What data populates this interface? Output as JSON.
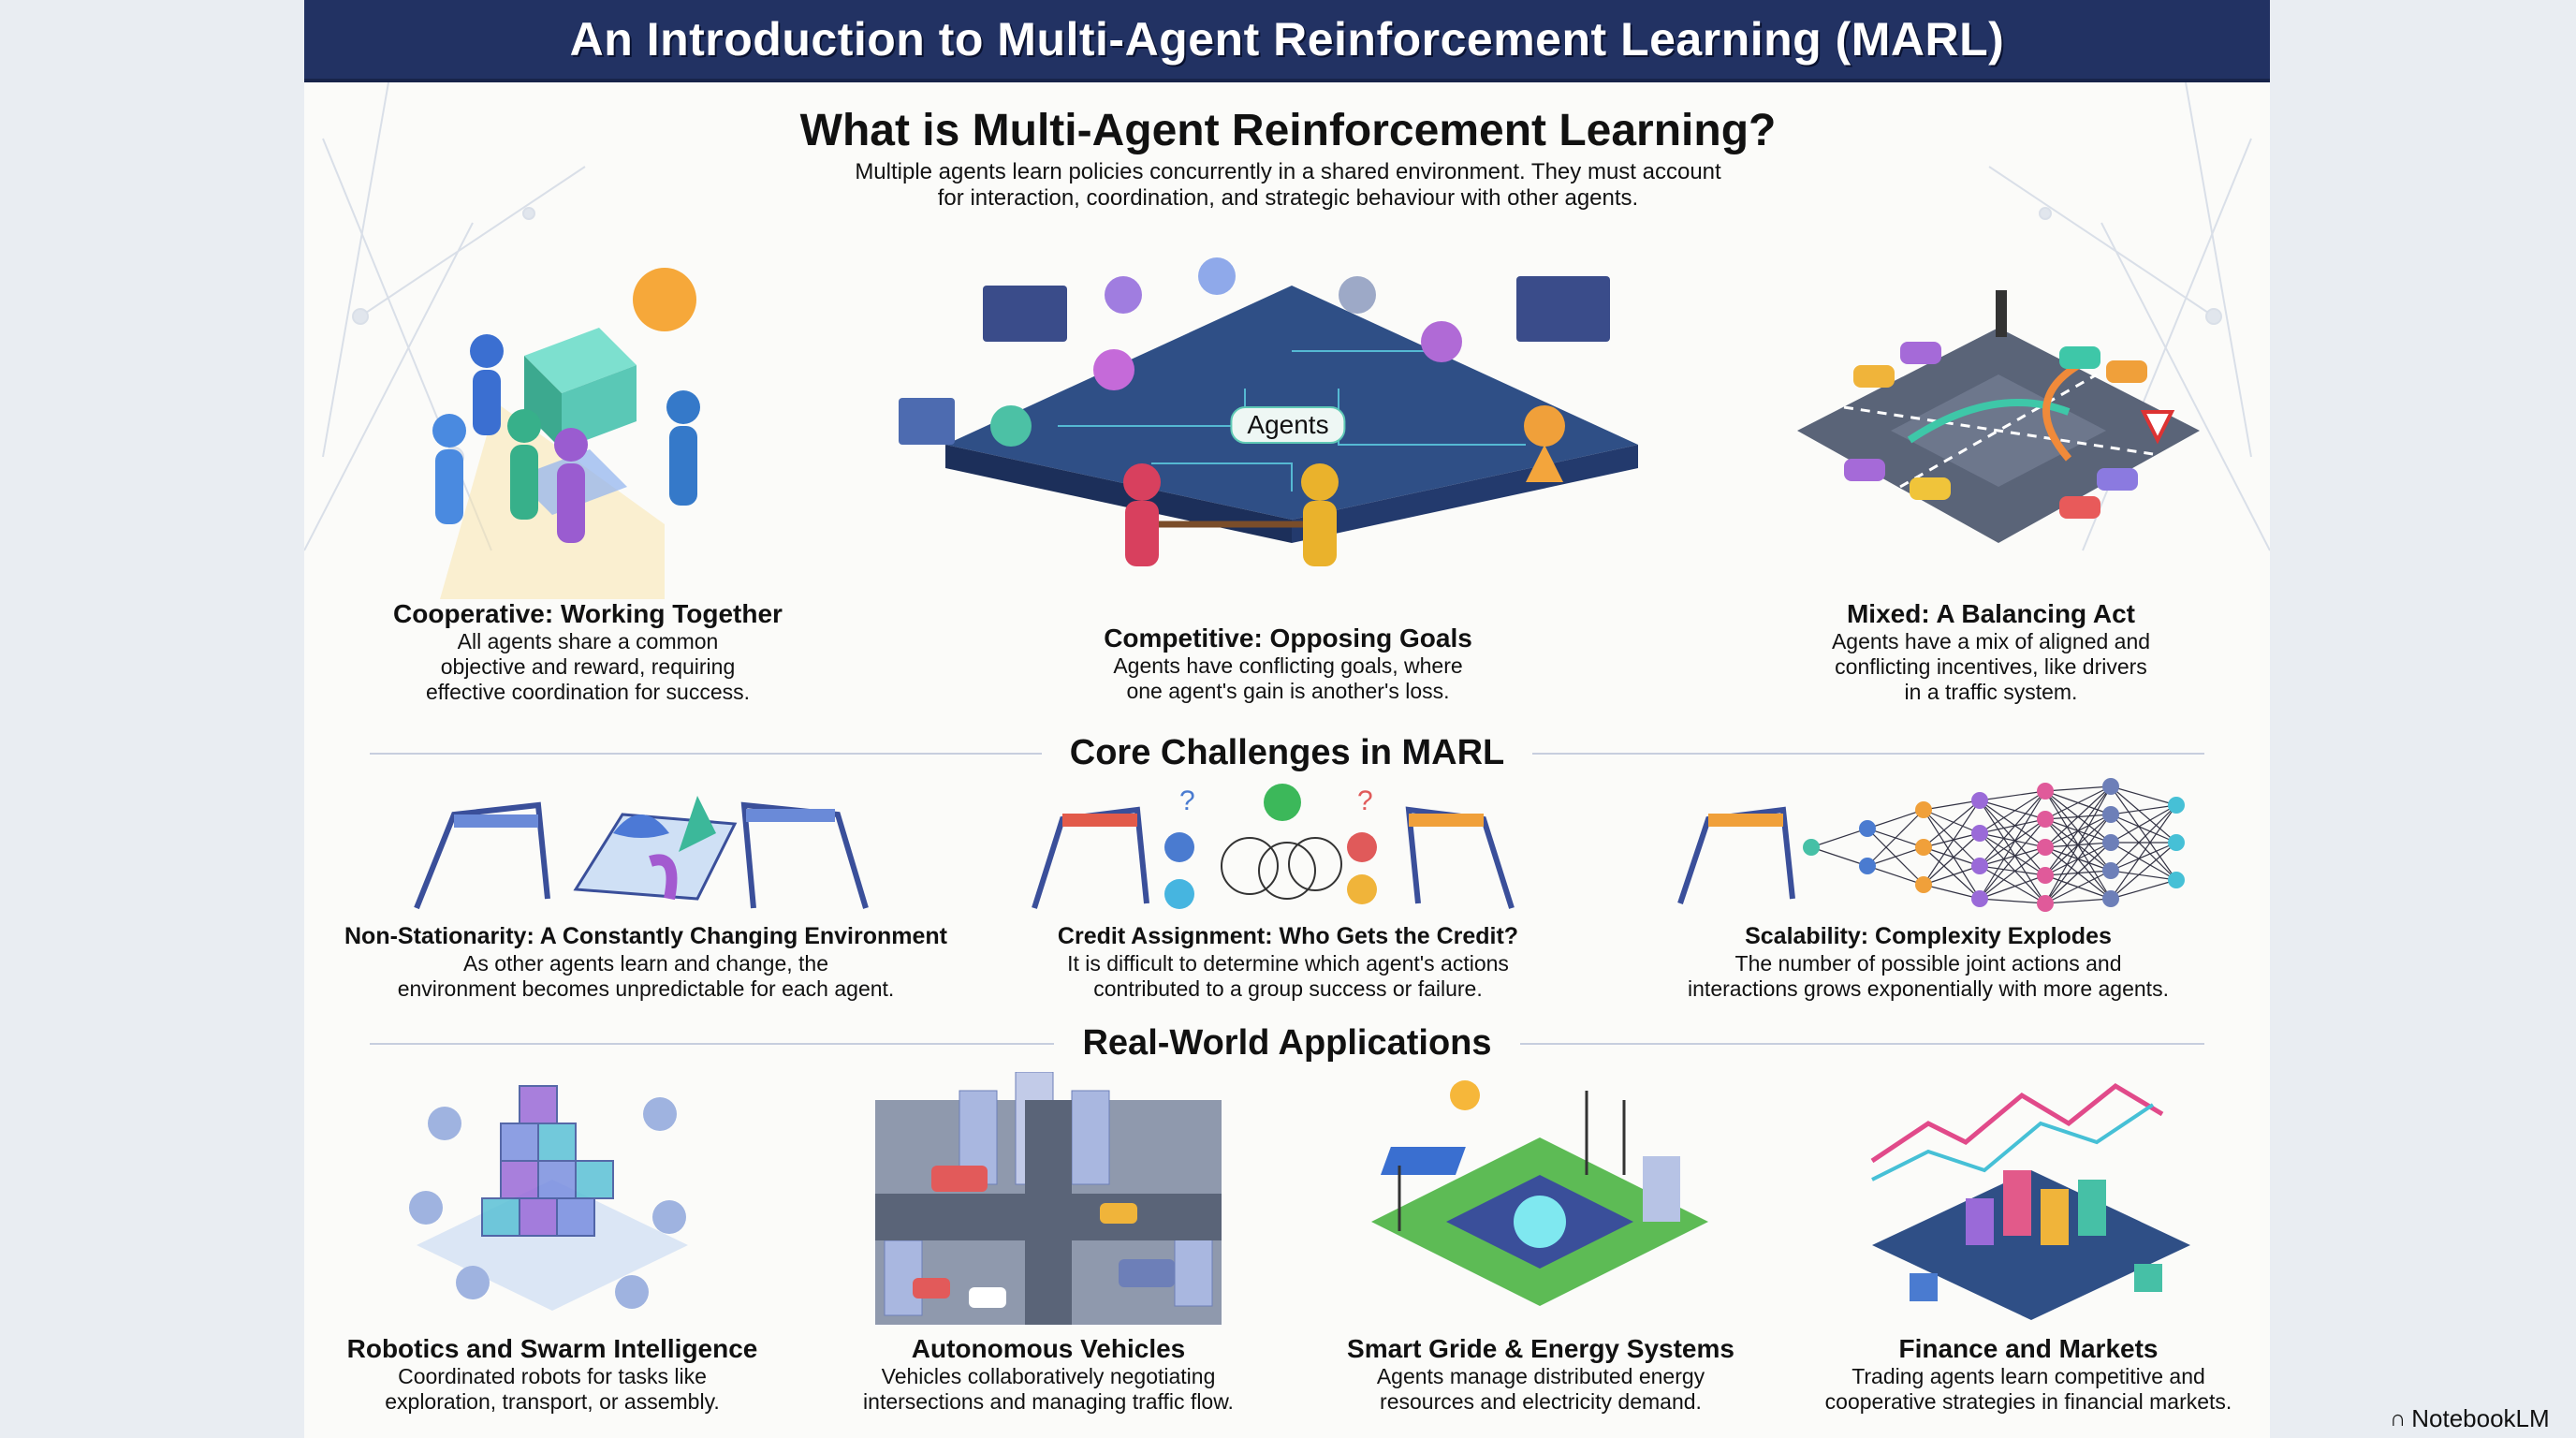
{
  "header": {
    "title": "An Introduction to Multi-Agent Reinforcement Learning (MARL)"
  },
  "intro": {
    "heading": "What is Multi-Agent Reinforcement Learning?",
    "lines": [
      "Multiple agents learn policies concurrently in a shared environment. They must account",
      "for interaction, coordination, and strategic behaviour with other agents."
    ]
  },
  "center_label": "Agents",
  "types": [
    {
      "title": "Cooperative: Working Together",
      "lines": [
        "All agents share a common",
        "objective and reward, requiring",
        "effective coordination for success."
      ]
    },
    {
      "title": "Competitive: Opposing Goals",
      "lines": [
        "Agents have conflicting goals, where",
        "one agent's gain is another's loss."
      ]
    },
    {
      "title": "Mixed: A Balancing Act",
      "lines": [
        "Agents have a mix of aligned and",
        "conflicting incentives, like drivers",
        "in a traffic system."
      ]
    }
  ],
  "challenges_heading": "Core Challenges in MARL",
  "challenges": [
    {
      "title": "Non-Stationarity: A Constantly Changing Environment",
      "lines": [
        "As other agents learn and change, the",
        "environment becomes unpredictable for each agent."
      ]
    },
    {
      "title": "Credit Assignment: Who Gets the Credit?",
      "lines": [
        "It is difficult to determine which agent's actions",
        "contributed to a group success or failure."
      ]
    },
    {
      "title": "Scalability: Complexity Explodes",
      "lines": [
        "The number of possible joint actions and",
        "interactions grows exponentially with more agents."
      ]
    }
  ],
  "applications_heading": "Real-World Applications",
  "applications": [
    {
      "title": "Robotics and Swarm Intelligence",
      "lines": [
        "Coordinated robots for tasks like",
        "exploration, transport, or assembly."
      ]
    },
    {
      "title": "Autonomous Vehicles",
      "lines": [
        "Vehicles collaboratively negotiating",
        "intersections and managing traffic flow."
      ]
    },
    {
      "title": "Smart Gride & Energy Systems",
      "lines": [
        "Agents manage distributed energy",
        "resources and electricity demand."
      ]
    },
    {
      "title": "Finance and Markets",
      "lines": [
        "Trading agents learn competitive and",
        "cooperative strategies in financial markets."
      ]
    }
  ],
  "watermark": "NotebookLM",
  "colors": {
    "header": "#223263",
    "accent_blue": "#4a7bd0",
    "accent_purple": "#8a4fc4",
    "accent_teal": "#2bb5a8"
  }
}
